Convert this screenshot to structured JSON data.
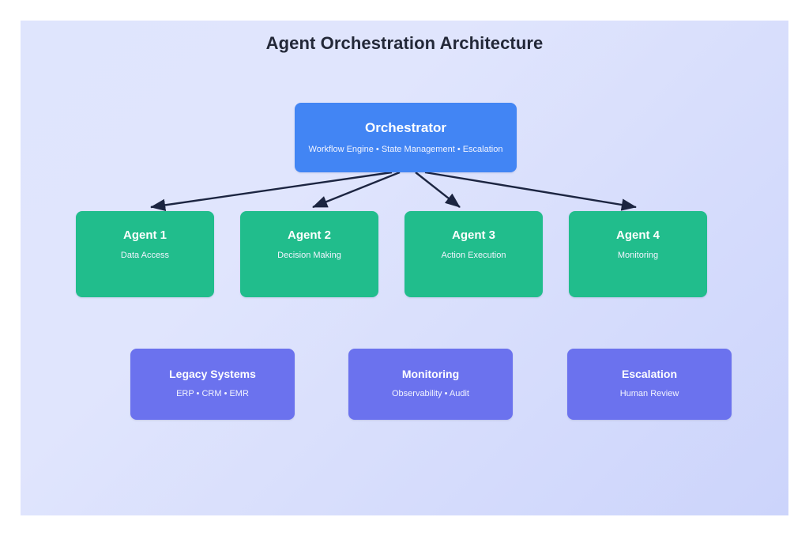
{
  "diagram": {
    "title": "Agent Orchestration Architecture",
    "background_start_color": "#dfe5fd",
    "background_end_color": "#ccd4fb",
    "title_color": "#232838",
    "edge_color": "#1c2541"
  },
  "orchestrator": {
    "title": "Orchestrator",
    "subtitle": "Workflow Engine • State Management • Escalation",
    "color": "#4285f4"
  },
  "agents": {
    "color": "#21bd8c",
    "items": [
      {
        "title": "Agent 1",
        "subtitle": "Data Access"
      },
      {
        "title": "Agent 2",
        "subtitle": "Decision Making"
      },
      {
        "title": "Agent 3",
        "subtitle": "Action Execution"
      },
      {
        "title": "Agent 4",
        "subtitle": "Monitoring"
      }
    ]
  },
  "systems": {
    "color": "#6b72ee",
    "items": [
      {
        "title": "Legacy Systems",
        "subtitle": "ERP • CRM • EMR"
      },
      {
        "title": "Monitoring",
        "subtitle": "Observability • Audit"
      },
      {
        "title": "Escalation",
        "subtitle": "Human Review"
      }
    ]
  },
  "chart_data": {
    "type": "diagram",
    "title": "Agent Orchestration Architecture",
    "layout": "top-down hierarchy",
    "nodes": [
      {
        "id": "orchestrator",
        "label": "Orchestrator",
        "sublabel": "Workflow Engine • State Management • Escalation",
        "tier": 1,
        "color": "#4285f4"
      },
      {
        "id": "agent-1",
        "label": "Agent 1",
        "sublabel": "Data Access",
        "tier": 2,
        "color": "#21bd8c"
      },
      {
        "id": "agent-2",
        "label": "Agent 2",
        "sublabel": "Decision Making",
        "tier": 2,
        "color": "#21bd8c"
      },
      {
        "id": "agent-3",
        "label": "Agent 3",
        "sublabel": "Action Execution",
        "tier": 2,
        "color": "#21bd8c"
      },
      {
        "id": "agent-4",
        "label": "Agent 4",
        "sublabel": "Monitoring",
        "tier": 2,
        "color": "#21bd8c"
      },
      {
        "id": "legacy-systems",
        "label": "Legacy Systems",
        "sublabel": "ERP • CRM • EMR",
        "tier": 3,
        "color": "#6b72ee"
      },
      {
        "id": "monitoring",
        "label": "Monitoring",
        "sublabel": "Observability • Audit",
        "tier": 3,
        "color": "#6b72ee"
      },
      {
        "id": "escalation",
        "label": "Escalation",
        "sublabel": "Human Review",
        "tier": 3,
        "color": "#6b72ee"
      }
    ],
    "edges": [
      {
        "from": "orchestrator",
        "to": "agent-1",
        "style": "solid-arrow"
      },
      {
        "from": "orchestrator",
        "to": "agent-2",
        "style": "solid-arrow"
      },
      {
        "from": "orchestrator",
        "to": "agent-3",
        "style": "solid-arrow"
      },
      {
        "from": "orchestrator",
        "to": "agent-4",
        "style": "solid-arrow"
      }
    ]
  }
}
